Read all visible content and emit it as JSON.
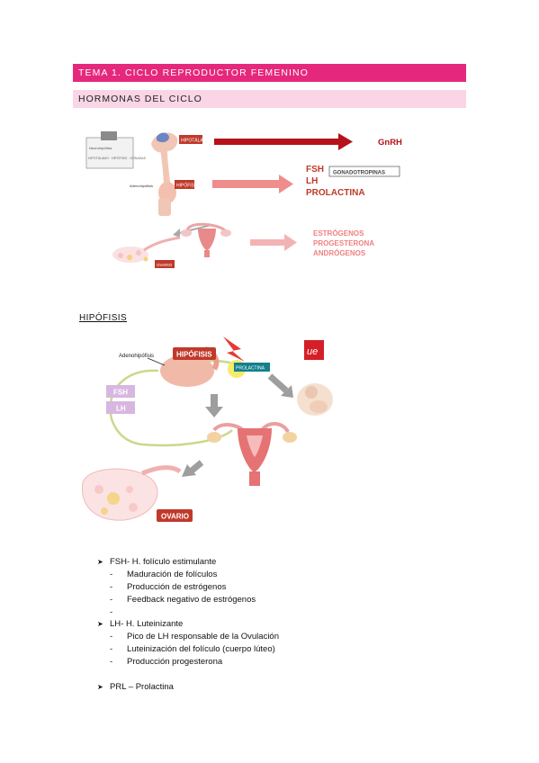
{
  "header": {
    "title": "TEMA 1. CICLO REPRODUCTOR FEMENINO",
    "subtitle": "HORMONAS DEL CICLO"
  },
  "diagram1": {
    "hipotalamo_tag": "HIPOTÁLAMO",
    "hipofisis_tag": "HIPÓFISIS",
    "neurohipofisis_label": "Neurohipófisis",
    "adenohipofisis_label": "Adenohipófisis",
    "side_note": "HIPOTÁLAMO · HIPÓFISIS · GÓNADAS",
    "gnrh": "GnRH",
    "fsh": "FSH",
    "lh": "LH",
    "prolactina": "PROLACTINA",
    "gonadotropinas": "GONADOTROPINAS",
    "ovario_tag": "OVARIO",
    "estrogenos": "ESTRÓGENOS",
    "progesterona": "PROGESTERONA",
    "androgenos": "ANDRÓGENOS"
  },
  "hipofisis_section": {
    "heading": "HIPÓFISIS",
    "adenohipofisis_label": "Adenohipófisis",
    "hipofisis_tag": "HIPÓFISIS",
    "prolactina_tag": "PROLACTINA",
    "fsh_box": "FSH",
    "lh_box": "LH",
    "ovario_tag": "OVARIO",
    "logo_text": "ue"
  },
  "bullets": [
    {
      "label": "FSH- H. folículo estimulante",
      "items": [
        "Maduración de folículos",
        "Producción de estrógenos",
        "Feedback negativo de estrógenos",
        ""
      ]
    },
    {
      "label": "LH- H. Luteinizante",
      "items": [
        "Pico de LH responsable de la Ovulación",
        "Luteinización del folículo (cuerpo lúteo)",
        "Producción progesterona"
      ]
    },
    {
      "label": "PRL – Prolactina",
      "items": []
    }
  ],
  "colors": {
    "brand_pink": "#e5287c",
    "light_pink": "#f9d5e5",
    "dark_red": "#b5121b",
    "salmon": "#ef8d8d",
    "teal": "#13808c"
  }
}
